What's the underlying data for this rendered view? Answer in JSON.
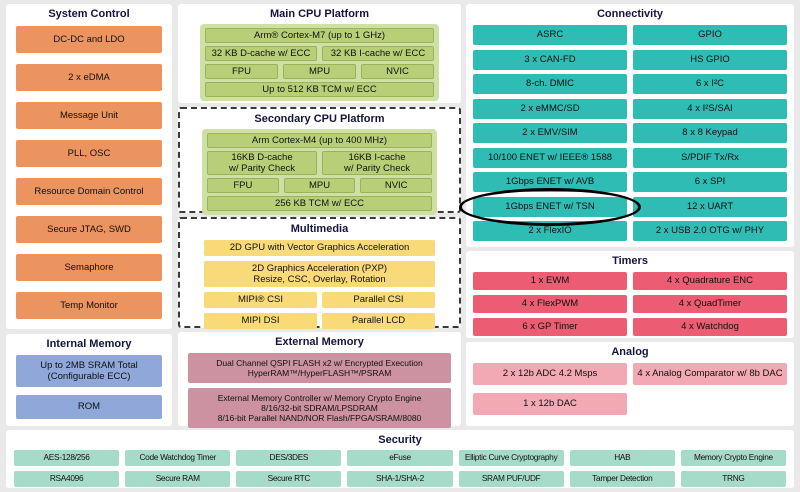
{
  "palette": {
    "background": "#e9e9e9",
    "panel": "#ffffff",
    "title_text": "#14143f",
    "orange": "#EC9460",
    "blue": "#8FA8D9",
    "green_container": "#CFE0A4",
    "green_block": "#B7D077",
    "yellow": "#F8DA79",
    "mauve": "#CD92A1",
    "teal": "#2FBCB4",
    "red": "#EC5C72",
    "pink": "#F3A9B4",
    "mint": "#A5DCC9",
    "annotation": "#000000"
  },
  "system_control": {
    "title": "System Control",
    "items": [
      "DC-DC and LDO",
      "2 x eDMA",
      "Message Unit",
      "PLL, OSC",
      "Resource Domain Control",
      "Secure JTAG, SWD",
      "Semaphore",
      "Temp Monitor"
    ]
  },
  "internal_memory": {
    "title": "Internal Memory",
    "sram_line1": "Up to 2MB SRAM Total",
    "sram_line2": "(Configurable ECC)",
    "rom": "ROM"
  },
  "main_cpu": {
    "title": "Main CPU Platform",
    "core": "Arm® Cortex-M7 (up to 1 GHz)",
    "dcache": "32 KB D-cache w/ ECC",
    "icache": "32 KB I-cache w/ ECC",
    "fpu": "FPU",
    "mpu": "MPU",
    "nvic": "NVIC",
    "tcm": "Up to 512 KB TCM w/ ECC"
  },
  "secondary_cpu": {
    "title": "Secondary CPU Platform",
    "core": "Arm Cortex-M4 (up to 400 MHz)",
    "dcache_line1": "16KB D-cache",
    "dcache_line2": "w/ Parity Check",
    "icache_line1": "16KB I-cache",
    "icache_line2": "w/ Parity Check",
    "fpu": "FPU",
    "mpu": "MPU",
    "nvic": "NVIC",
    "tcm": "256 KB TCM w/ ECC"
  },
  "multimedia": {
    "title": "Multimedia",
    "gpu": "2D GPU with Vector Graphics Acceleration",
    "pxp_line1": "2D Graphics Acceleration (PXP)",
    "pxp_line2": "Resize, CSC, Overlay, Rotation",
    "mipi_csi": "MIPI® CSI",
    "parallel_csi": "Parallel CSI",
    "mipi_dsi": "MIPI DSI",
    "parallel_lcd": "Parallel LCD"
  },
  "external_memory": {
    "title": "External Memory",
    "qspi_line1": "Dual Channel QSPI FLASH x2 w/ Encrypted Execution",
    "qspi_line2": "HyperRAM™/HyperFLASH™/PSRAM",
    "emc_line1": "External Memory Controller w/ Memory Crypto Engine",
    "emc_line2": "8/16/32-bit SDRAM/LPSDRAM",
    "emc_line3": "8/16-bit Parallel NAND/NOR Flash/FPGA/SRAM/8080"
  },
  "connectivity": {
    "title": "Connectivity",
    "left": [
      "ASRC",
      "3 x CAN-FD",
      "8-ch. DMIC",
      "2 x eMMC/SD",
      "2 x EMV/SIM",
      "10/100 ENET w/ IEEE® 1588",
      "1Gbps ENET w/ AVB",
      "1Gbps ENET w/ TSN",
      "2 x FlexIO"
    ],
    "right": [
      "GPIO",
      "HS GPIO",
      "6 x I²C",
      "4 x I²S/SAI",
      "8 x 8 Keypad",
      "S/PDIF Tx/Rx",
      "6 x SPI",
      "12 x UART",
      "2 x USB 2.0 OTG w/ PHY"
    ],
    "circled_item": "1Gbps ENET w/ TSN"
  },
  "timers": {
    "title": "Timers",
    "left": [
      "1 x EWM",
      "4 x FlexPWM",
      "6 x GP Timer"
    ],
    "right": [
      "4 x Quadrature ENC",
      "4 x QuadTimer",
      "4 x Watchdog"
    ]
  },
  "analog": {
    "title": "Analog",
    "adc": "2 x 12b ADC 4.2 Msps",
    "comparator": "4 x Analog Comparator w/ 8b DAC",
    "dac": "1 x 12b DAC"
  },
  "security": {
    "title": "Security",
    "row1": [
      "AES-128/256",
      "Code Watchdog Timer",
      "DES/3DES",
      "eFuse",
      "Elliptic Curve Cryptography",
      "HAB",
      "Memory Crypto Engine"
    ],
    "row2": [
      "RSA4096",
      "Secure RAM",
      "Secure RTC",
      "SHA-1/SHA-2",
      "SRAM PUF/UDF",
      "Tamper Detection",
      "TRNG"
    ],
    "dashed_item": "Tamper Detection"
  }
}
